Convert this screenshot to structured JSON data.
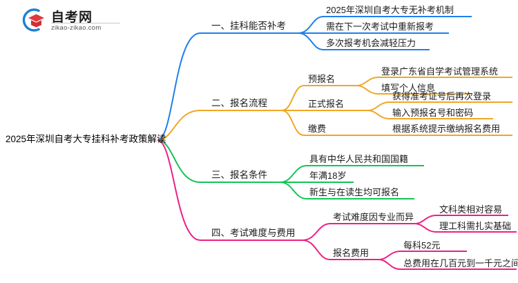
{
  "logo": {
    "mark_name": "zikao-graduation-cap-logo",
    "brand_cn": "自考网",
    "brand_url": "zikao-zikao.com",
    "circle_color": "#1f7fd4",
    "cap_color": "#e03a3e"
  },
  "colors": {
    "blue": "#1f7fea",
    "orange": "#f0a626",
    "green": "#10c455",
    "pink": "#ec1f86",
    "text": "#1c1c1c"
  },
  "mindmap": {
    "root": "2025年深圳自考大专挂科补考政策解读",
    "branches": [
      {
        "label": "一、挂科能否补考",
        "color": "#1f7fea",
        "children": [
          {
            "label": "2025年深圳自考大专无补考机制",
            "children": []
          },
          {
            "label": "需在下一次考试中重新报考",
            "children": []
          },
          {
            "label": "多次报考机会减轻压力",
            "children": []
          }
        ]
      },
      {
        "label": "二、报名流程",
        "color": "#f0a626",
        "children": [
          {
            "label": "预报名",
            "children": [
              {
                "label": "登录广东省自学考试管理系统"
              },
              {
                "label": "填写个人信息"
              }
            ]
          },
          {
            "label": "正式报名",
            "children": [
              {
                "label": "获得准考证号后再次登录"
              },
              {
                "label": "输入预报名号和密码"
              }
            ]
          },
          {
            "label": "缴费",
            "children": [
              {
                "label": "根据系统提示缴纳报名费用"
              }
            ]
          }
        ]
      },
      {
        "label": "三、报名条件",
        "color": "#10c455",
        "children": [
          {
            "label": "具有中华人民共和国国籍",
            "children": []
          },
          {
            "label": "年满18岁",
            "children": []
          },
          {
            "label": "新生与在读生均可报名",
            "children": []
          }
        ]
      },
      {
        "label": "四、考试难度与费用",
        "color": "#ec1f86",
        "children": [
          {
            "label": "考试难度因专业而异",
            "children": [
              {
                "label": "文科类相对容易"
              },
              {
                "label": "理工科需扎实基础"
              }
            ]
          },
          {
            "label": "报名费用",
            "children": [
              {
                "label": "每科52元"
              },
              {
                "label": "总费用在几百元到一千元之间"
              }
            ]
          }
        ]
      }
    ]
  }
}
